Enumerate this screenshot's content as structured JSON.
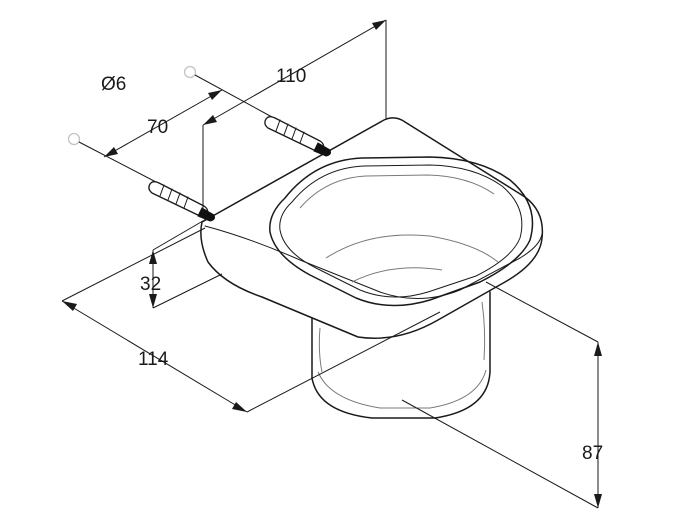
{
  "dimensions": {
    "hole_diameter": "Ø6",
    "screw_spacing": "70",
    "wall_depth": "110",
    "plate_thickness": "32",
    "width": "114",
    "height": "87"
  }
}
